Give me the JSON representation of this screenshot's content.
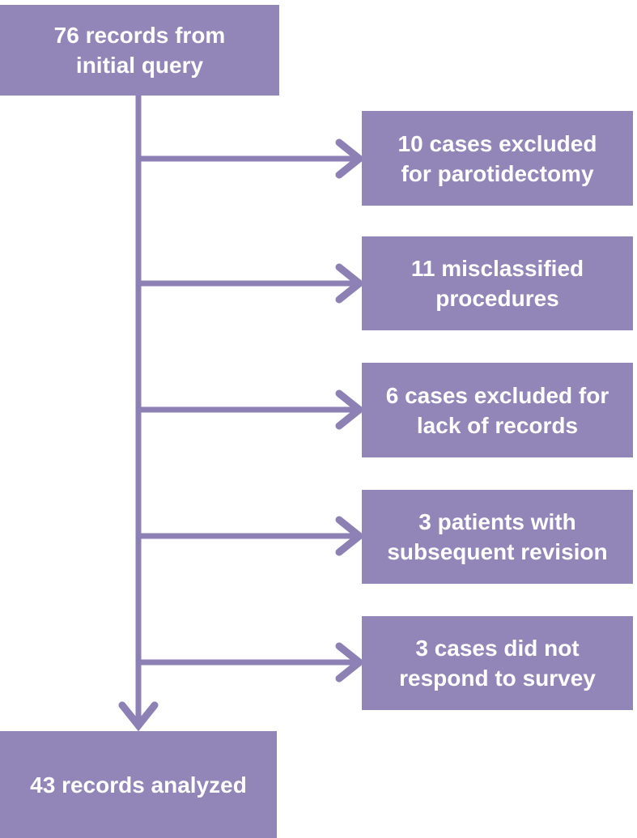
{
  "colors": {
    "box_fill": "#9285b8",
    "connector": "#8d80b4",
    "text": "#ffffff",
    "background": "#ffffff"
  },
  "flowchart": {
    "start": {
      "label": "76 records from initial query",
      "lines": [
        "76 records from",
        "initial query"
      ]
    },
    "exclusions": [
      {
        "label": "10 cases excluded for parotidectomy",
        "lines": [
          "10 cases excluded",
          "for parotidectomy"
        ]
      },
      {
        "label": "11 misclassified procedures",
        "lines": [
          "11 misclassified",
          "procedures"
        ]
      },
      {
        "label": "6 cases excluded for lack of records",
        "lines": [
          "6 cases excluded for",
          "lack of records"
        ]
      },
      {
        "label": "3 patients with subsequent revision",
        "lines": [
          "3 patients with",
          "subsequent revision"
        ]
      },
      {
        "label": "3 cases did not respond to survey",
        "lines": [
          "3 cases did not",
          "respond to survey"
        ]
      }
    ],
    "end": {
      "label": "43 records analyzed",
      "lines": [
        "43 records analyzed"
      ]
    }
  }
}
